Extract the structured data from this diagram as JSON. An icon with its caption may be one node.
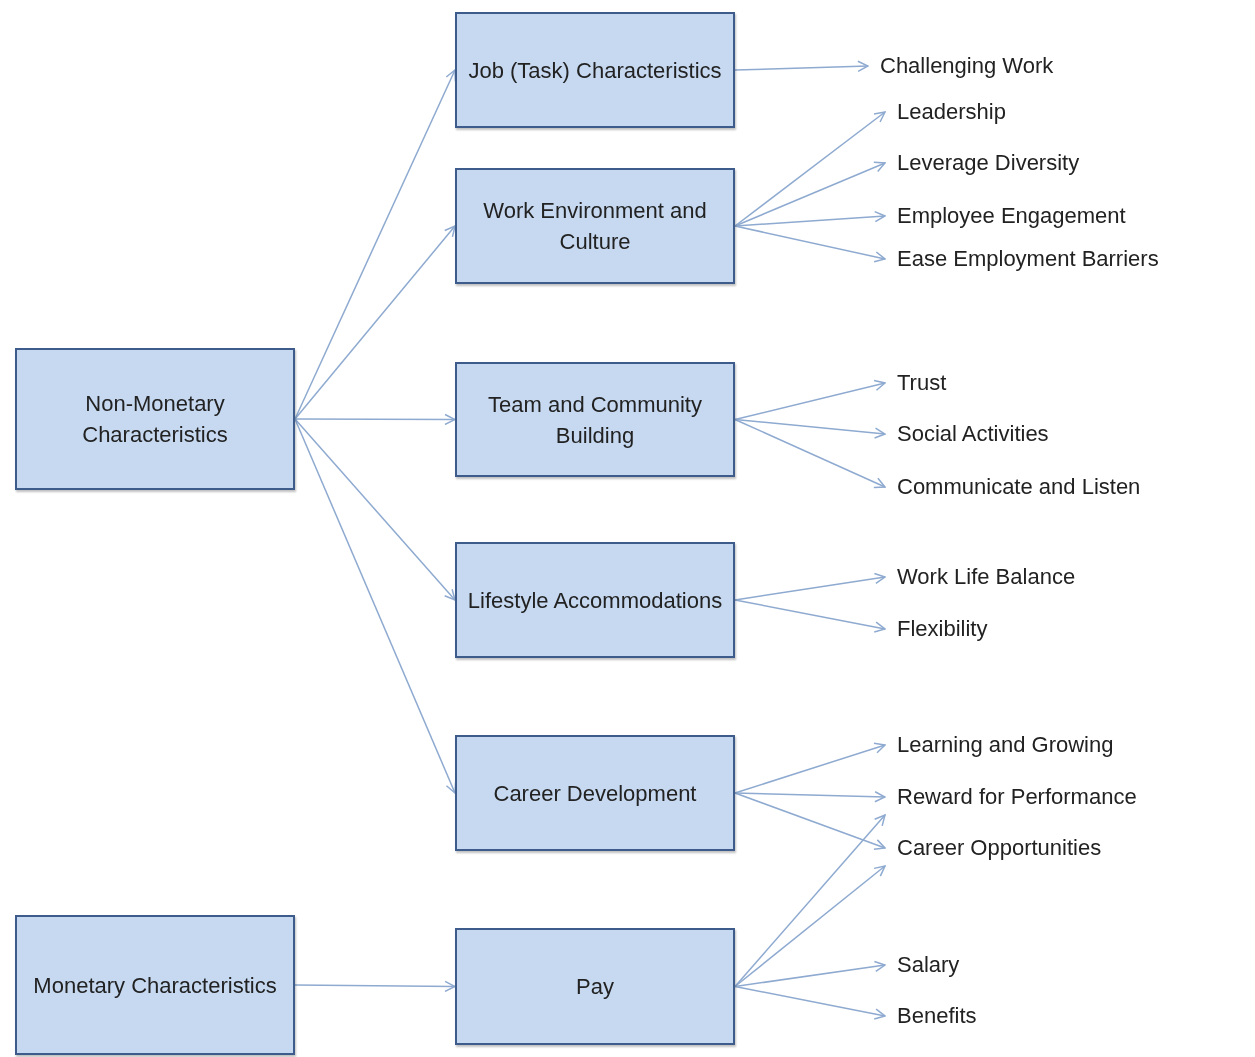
{
  "diagram": {
    "nodes": [
      {
        "text": [
          "Non-Monetary Characteristics"
        ]
      },
      {
        "text": [
          "Monetary Characteristics"
        ]
      },
      {
        "text": [
          "Job (Task) Characteristics"
        ]
      },
      {
        "text": [
          "Work Environment and Culture"
        ]
      },
      {
        "text": [
          "Team and Community Building"
        ]
      },
      {
        "text": [
          "Lifestyle Accommodations"
        ]
      },
      {
        "text": [
          "Career Development"
        ]
      },
      {
        "text": [
          "Pay"
        ]
      },
      {
        "text": [
          "Challenging Work"
        ]
      },
      {
        "text": [
          "Leadership"
        ]
      },
      {
        "text": [
          "Leverage Diversity"
        ]
      },
      {
        "text": [
          "Employee Engagement"
        ]
      },
      {
        "text": [
          "Ease Employment Barriers"
        ]
      },
      {
        "text": [
          "Trust"
        ]
      },
      {
        "text": [
          "Social Activities"
        ]
      },
      {
        "text": [
          "Communicate and Listen"
        ]
      },
      {
        "text": [
          "Work Life Balance"
        ]
      },
      {
        "text": [
          "Flexibility"
        ]
      },
      {
        "text": [
          "Learning and Growing"
        ]
      },
      {
        "text": [
          "Reward for Performance"
        ]
      },
      {
        "text": [
          "Career Opportunities"
        ]
      },
      {
        "text": [
          "Salary"
        ]
      },
      {
        "text": [
          "Benefits"
        ]
      }
    ],
    "edges": [
      {
        "from": 0,
        "to": 2,
        "arrow": "to"
      },
      {
        "from": 0,
        "to": 3,
        "arrow": "to"
      },
      {
        "from": 0,
        "to": 4,
        "arrow": "to"
      },
      {
        "from": 0,
        "to": 5,
        "arrow": "to"
      },
      {
        "from": 0,
        "to": 6,
        "arrow": "to"
      },
      {
        "from": 1,
        "to": 7,
        "arrow": "to"
      },
      {
        "from": 2,
        "to": 8,
        "arrow": "to"
      },
      {
        "from": 3,
        "to": 9,
        "arrow": "to"
      },
      {
        "from": 3,
        "to": 10,
        "arrow": "to"
      },
      {
        "from": 3,
        "to": 11,
        "arrow": "to"
      },
      {
        "from": 3,
        "to": 12,
        "arrow": "to"
      },
      {
        "from": 4,
        "to": 13,
        "arrow": "to"
      },
      {
        "from": 4,
        "to": 14,
        "arrow": "to"
      },
      {
        "from": 4,
        "to": 15,
        "arrow": "to"
      },
      {
        "from": 5,
        "to": 16,
        "arrow": "to"
      },
      {
        "from": 5,
        "to": 17,
        "arrow": "to"
      },
      {
        "from": 6,
        "to": 18,
        "arrow": "to"
      },
      {
        "from": 6,
        "to": 19,
        "arrow": "to"
      },
      {
        "from": 6,
        "to": 20,
        "arrow": "to"
      },
      {
        "from": 7,
        "to": 19,
        "arrow": "to"
      },
      {
        "from": 7,
        "to": 20,
        "arrow": "to"
      },
      {
        "from": 7,
        "to": 21,
        "arrow": "to"
      },
      {
        "from": 7,
        "to": 22,
        "arrow": "to"
      }
    ]
  }
}
